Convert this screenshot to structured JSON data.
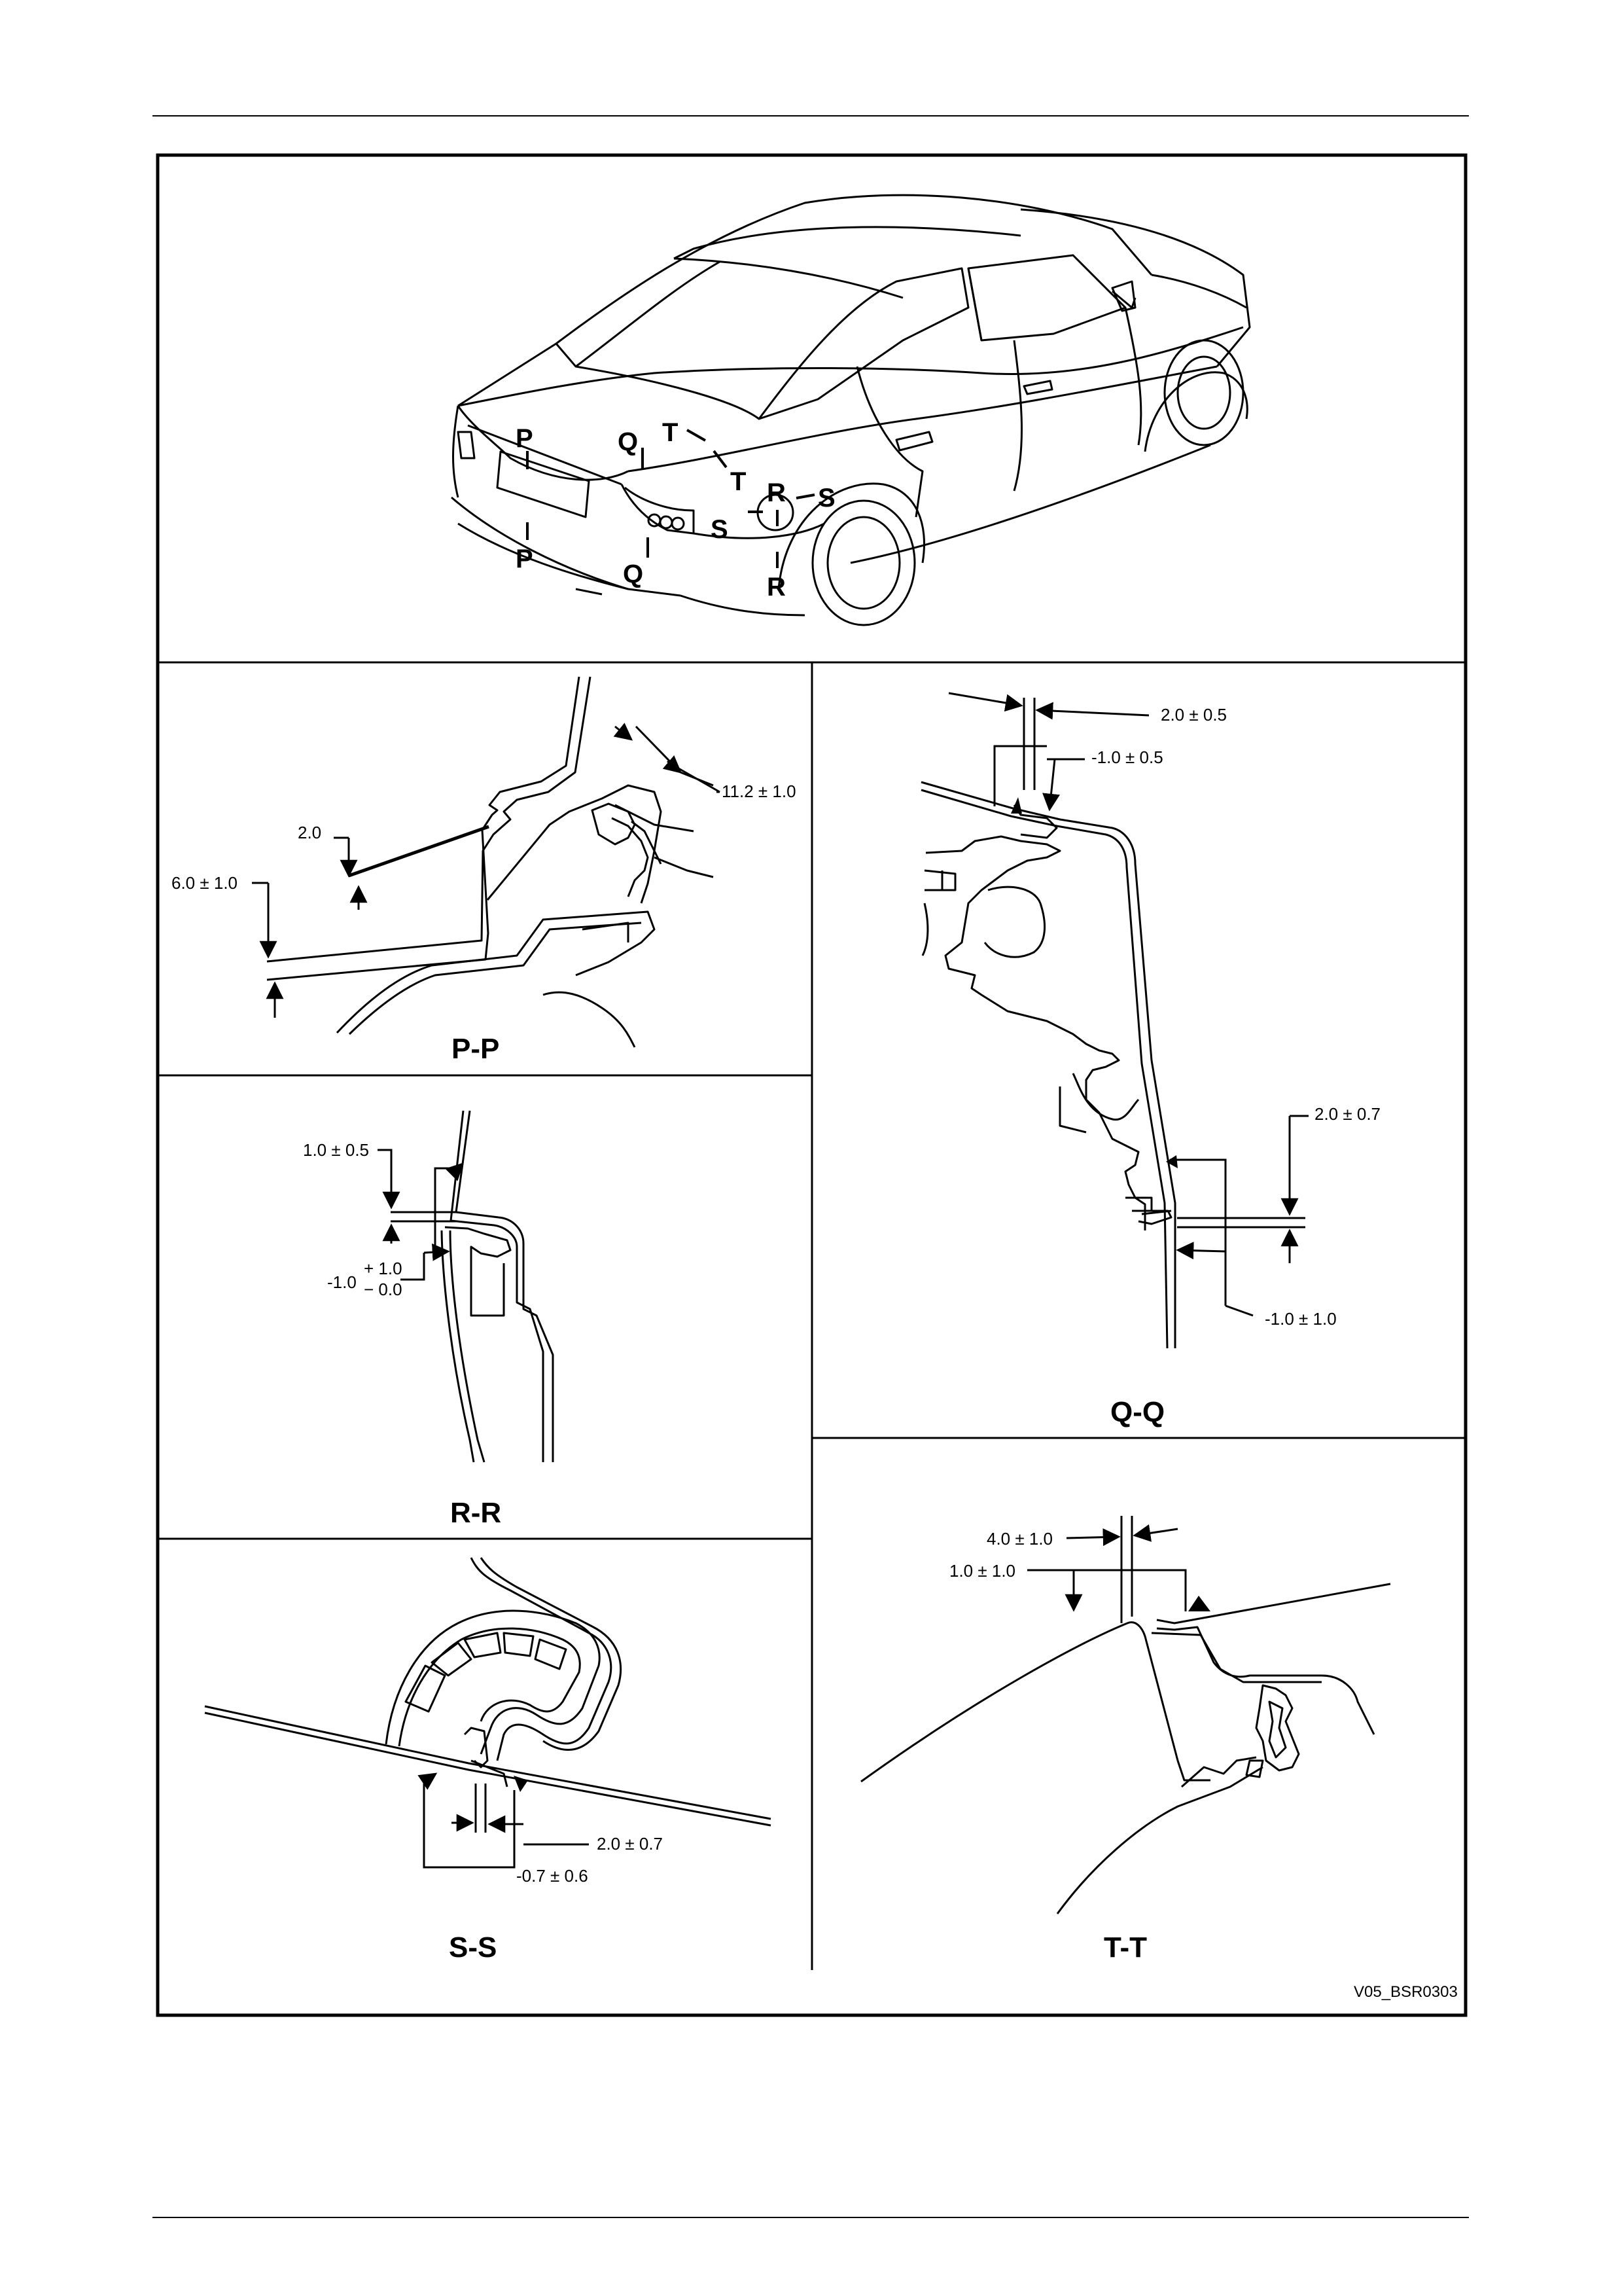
{
  "overview": {
    "location_markers": [
      "P",
      "P",
      "Q",
      "Q",
      "T",
      "T",
      "R",
      "R",
      "S",
      "S"
    ]
  },
  "sections": {
    "pp": {
      "title": "P-P",
      "dims": [
        "11.2 ± 1.0",
        "2.0",
        "6.0 ± 1.0"
      ]
    },
    "qq": {
      "title": "Q-Q",
      "dims": [
        "2.0 ± 0.5",
        "-1.0 ± 0.5",
        "2.0 ± 0.7",
        "-1.0 ± 1.0"
      ]
    },
    "rr": {
      "title": "R-R",
      "dims": [
        "1.0 ± 0.5",
        "-1.0",
        "+ 1.0",
        "− 0.0"
      ]
    },
    "ss": {
      "title": "S-S",
      "dims": [
        "2.0 ± 0.7",
        "-0.7 ± 0.6"
      ]
    },
    "tt": {
      "title": "T-T",
      "dims": [
        "4.0 ± 1.0",
        "1.0 ± 1.0"
      ]
    }
  },
  "reference": "V05_BSR0303"
}
